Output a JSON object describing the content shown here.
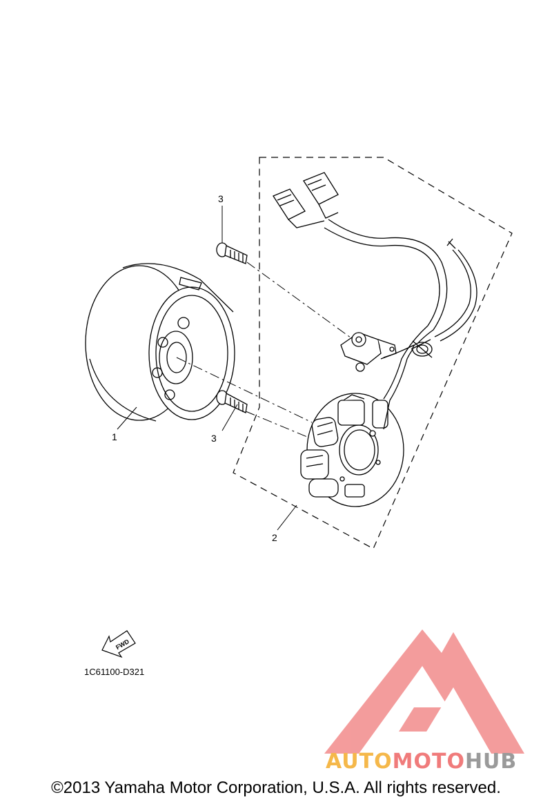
{
  "callouts": {
    "flywheel": "1",
    "stator": "2",
    "bolt_top": "3",
    "bolt_bottom": "3"
  },
  "fwd_label": "FWD",
  "diagram_code": "1C61100-D321",
  "watermark": {
    "part1": "AUTO",
    "part2": "MOTO",
    "part3": "HUB",
    "colors": {
      "part1": "#f5b84a",
      "part2": "#f07b7b",
      "part3": "#9a9a9a",
      "logo": "#f28b8b"
    }
  },
  "copyright": "©2013 Yamaha Motor Corporation, U.S.A. All rights reserved."
}
